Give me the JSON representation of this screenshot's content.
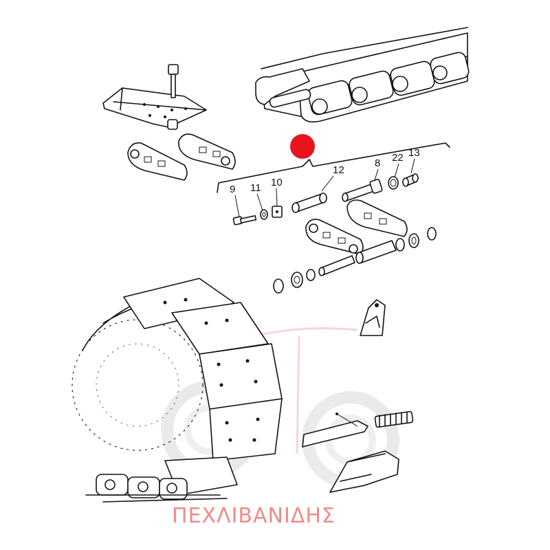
{
  "callouts": [
    "9",
    "11",
    "10",
    "12",
    "8",
    "22",
    "13"
  ],
  "watermark": {
    "text": "ΠΕΧΛΙΒΑΝΙΔΗΣ",
    "color": "#f08a8a"
  },
  "marker_color": "#e8141e"
}
